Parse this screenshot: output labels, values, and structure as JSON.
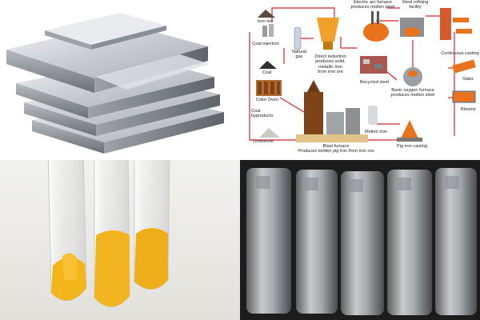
{
  "diagram": {
    "labels": {
      "iron_ore": "Iron ore",
      "coal_injection": "Coal injection",
      "natural_gas": "Natural\ngas",
      "coal": "Coal",
      "coke_oven": "Coke Oven",
      "coal_byproducts": "Coal\nbyproducts",
      "limestone": "Limestone",
      "direct_reduction": "Direct reduction\nproduces solid,\nmetallic iron\nfrom iron ore",
      "eaf": "Electric arc furnace\nproduces molten steel",
      "steel_refining": "Steel refining\nfacility",
      "continuous_casting": "Continuous casting",
      "recycled_steel": "Recycled steel",
      "bof": "Basic oxygen furnace\nproduces molten steel",
      "slabs": "Slabs",
      "blooms": "Blooms",
      "blast_furnace": "Blast furnace\nProduces molten pig iron from iron ore",
      "molten_iron": "Molten Iron",
      "pig_iron_casting": "Pig iron casting"
    },
    "colors": {
      "arrow": "#d9232b",
      "furnace_orange": "#e8731c",
      "metal_gray": "#8d8f93",
      "coal_dark": "#2f2f2f"
    }
  }
}
